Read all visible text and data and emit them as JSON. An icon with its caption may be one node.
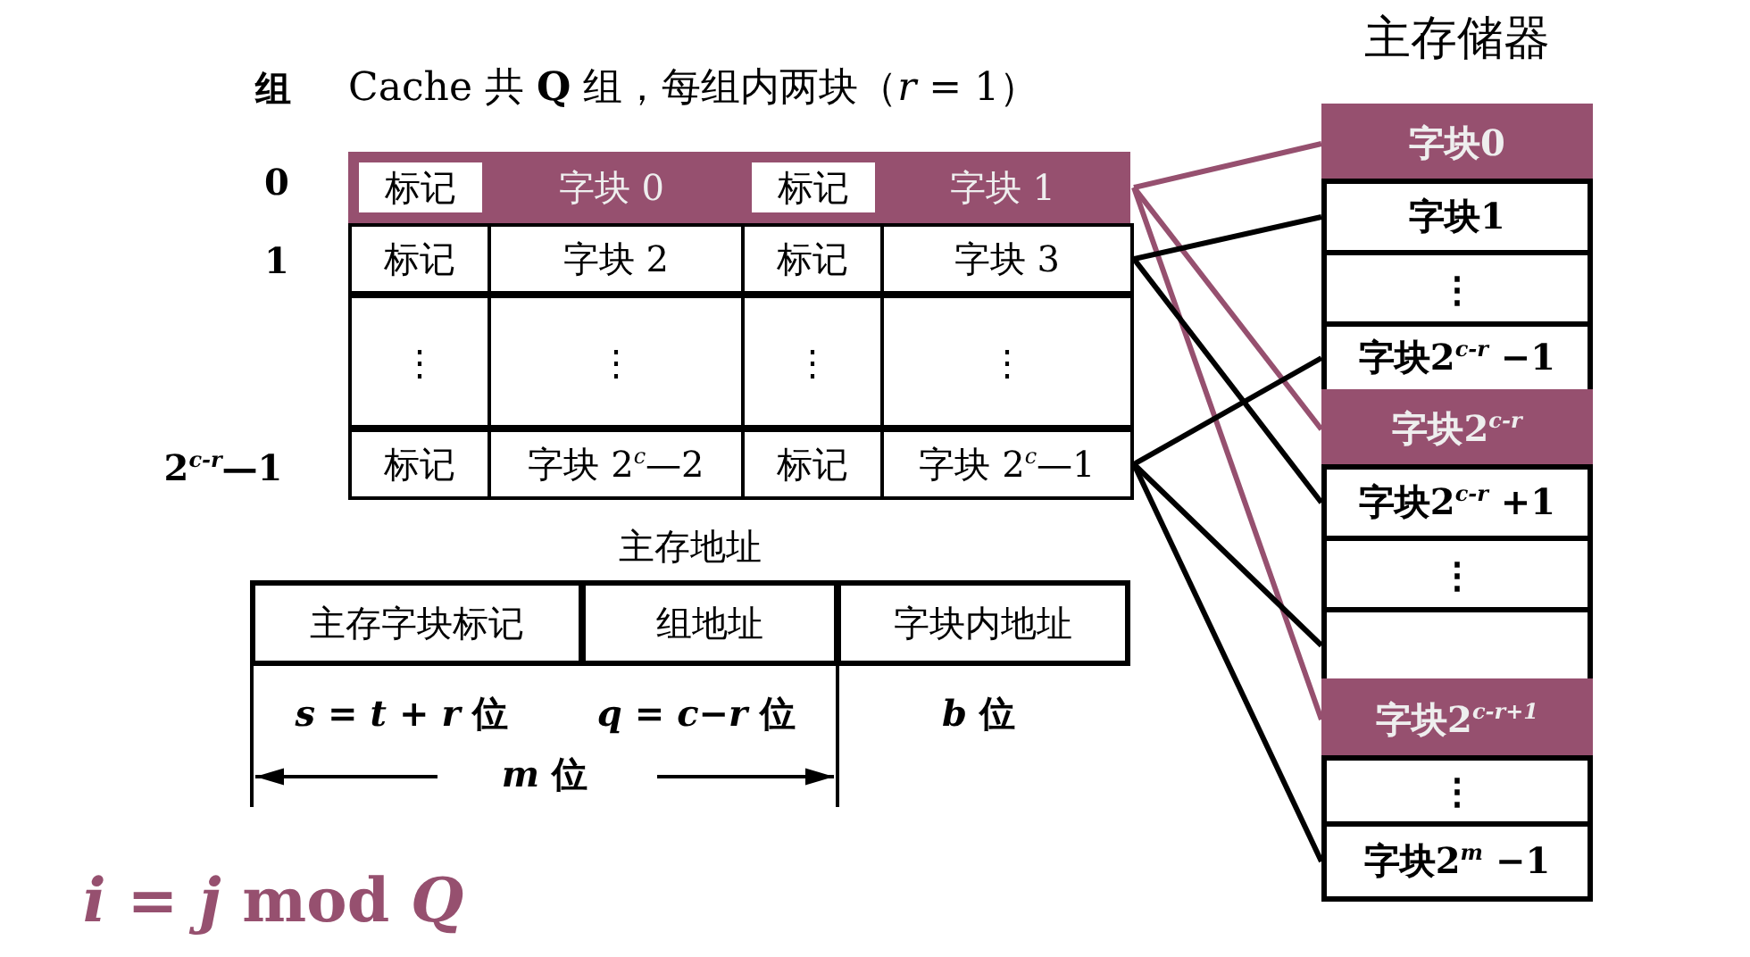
{
  "diagram": {
    "title": "Cache 共 **Q** 组，每组内两块（*r* = 1）",
    "nodes": [
      {
        "text": [],
        "shape": "bar"
      },
      {
        "text": [
          "标记"
        ],
        "in": 0
      },
      {
        "text": [
          "字块 0"
        ],
        "in": 0
      },
      {
        "text": [
          "标记"
        ],
        "in": 0
      },
      {
        "text": [
          "字块 1"
        ],
        "in": 0
      },
      {
        "text": [],
        "shape": "bar"
      },
      {
        "text": [
          "标记"
        ],
        "in": 5
      },
      {
        "text": [
          "字块 2"
        ],
        "in": 5
      },
      {
        "text": [
          "标记"
        ],
        "in": 5
      },
      {
        "text": [
          "字块 3"
        ],
        "in": 5
      },
      {
        "text": [],
        "shape": "bar"
      },
      {
        "text": [
          "⋮"
        ],
        "in": 10
      },
      {
        "text": [
          "⋮"
        ],
        "in": 10
      },
      {
        "text": [
          "⋮"
        ],
        "in": 10
      },
      {
        "text": [
          "⋮"
        ],
        "in": 10
      },
      {
        "text": [],
        "shape": "bar"
      },
      {
        "text": [
          "标记"
        ],
        "in": 15
      },
      {
        "text": [
          "字块 2$^{c}$—2"
        ],
        "in": 15
      },
      {
        "text": [
          "标记"
        ],
        "in": 15
      },
      {
        "text": [
          "字块 2$^{c}$—1"
        ],
        "in": 15
      },
      {
        "text": [
          "主存储器"
        ]
      },
      {
        "text": [
          "字块0"
        ],
        "in": 20
      },
      {
        "text": [
          "字块1"
        ],
        "in": 20
      },
      {
        "text": [
          "⋮"
        ],
        "in": 20
      },
      {
        "text": [
          "字块2$^{c-r}$ −1"
        ],
        "in": 20
      },
      {
        "text": [
          "字块2$^{c-r}$"
        ],
        "in": 20
      },
      {
        "text": [
          "字块2$^{c-r}$ +1"
        ],
        "in": 20
      },
      {
        "text": [
          "⋮"
        ],
        "in": 20
      },
      {
        "text": [],
        "shape": "box",
        "in": 20
      },
      {
        "text": [
          "字块2$^{c-r+1}$"
        ],
        "in": 20
      },
      {
        "text": [
          "⋮"
        ],
        "in": 20
      },
      {
        "text": [
          "字块2$^{m}$ −1"
        ],
        "in": 20
      },
      {
        "text": [
          "主存地址"
        ]
      },
      {
        "text": [
          "主存字块标记"
        ],
        "in": 32,
        "beside": [
          "*s* = *t* + *r* 位"
        ]
      },
      {
        "text": [
          "组地址"
        ],
        "in": 32,
        "beside": [
          "*q* = *c*−*r* 位"
        ]
      },
      {
        "text": [
          "字块内地址"
        ],
        "in": 32,
        "beside": [
          "*b* 位"
        ]
      }
    ],
    "edges": [
      {
        "from": 0,
        "to": 21,
        "arrow": "none",
        "color": "#96506f"
      },
      {
        "from": 0,
        "to": 25,
        "arrow": "none",
        "color": "#96506f"
      },
      {
        "from": 0,
        "to": 29,
        "arrow": "none",
        "color": "#96506f"
      },
      {
        "from": 5,
        "to": 22,
        "arrow": "none"
      },
      {
        "from": 5,
        "to": 26,
        "arrow": "none"
      },
      {
        "from": 15,
        "to": 24,
        "arrow": "none"
      },
      {
        "from": 15,
        "to": 28,
        "arrow": "none"
      },
      {
        "from": 15,
        "to": 31,
        "arrow": "none"
      }
    ],
    "labels": [
      "组",
      "0",
      "1",
      "2$^{c-r}$—1",
      "*m* 位",
      "*i* = *j* mod *Q*"
    ]
  }
}
